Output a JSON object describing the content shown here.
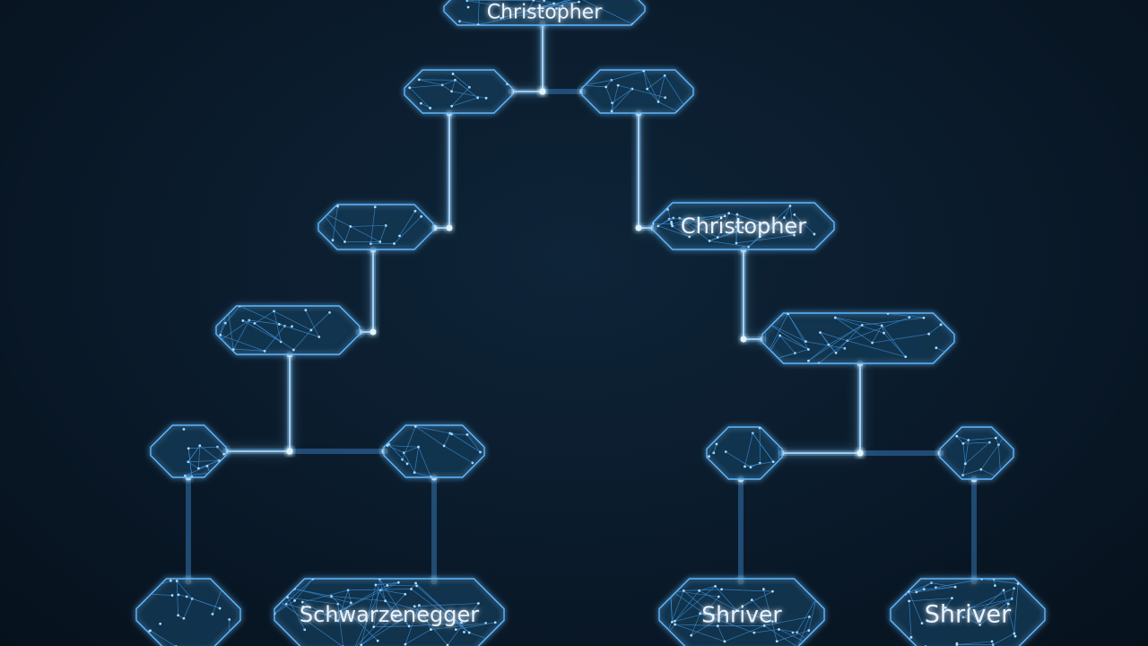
{
  "diagram": {
    "type": "tree",
    "colors": {
      "background": "#0a1a2a",
      "node_fill": "#123450",
      "node_stroke": "#5fb8ff",
      "connector": "#4aa8ff",
      "glow": "#7fd0ff",
      "mesh": "#3d8fd6",
      "label": "#e8f3ff"
    },
    "nodes": [
      {
        "id": "root",
        "label": "Christopher"
      },
      {
        "id": "l1",
        "label": ""
      },
      {
        "id": "r1",
        "label": ""
      },
      {
        "id": "l2",
        "label": ""
      },
      {
        "id": "l3",
        "label": ""
      },
      {
        "id": "l4a",
        "label": ""
      },
      {
        "id": "l4b",
        "label": ""
      },
      {
        "id": "l5a",
        "label": ""
      },
      {
        "id": "l5b",
        "label": "Schwarzenegger"
      },
      {
        "id": "r2",
        "label": "Christopher"
      },
      {
        "id": "r3",
        "label": ""
      },
      {
        "id": "r4a",
        "label": ""
      },
      {
        "id": "r4b",
        "label": ""
      },
      {
        "id": "r5a",
        "label": "Shriver"
      },
      {
        "id": "r5b",
        "label": "Shriver"
      }
    ],
    "edges": [
      [
        "root",
        "l1"
      ],
      [
        "root",
        "r1"
      ],
      [
        "l1",
        "l2"
      ],
      [
        "l2",
        "l3"
      ],
      [
        "l3",
        "l4a"
      ],
      [
        "l3",
        "l4b"
      ],
      [
        "l4a",
        "l5a"
      ],
      [
        "l4b",
        "l5b"
      ],
      [
        "r1",
        "r2"
      ],
      [
        "r2",
        "r3"
      ],
      [
        "r3",
        "r4a"
      ],
      [
        "r3",
        "r4b"
      ],
      [
        "r4a",
        "r5a"
      ],
      [
        "r4b",
        "r5b"
      ]
    ]
  }
}
